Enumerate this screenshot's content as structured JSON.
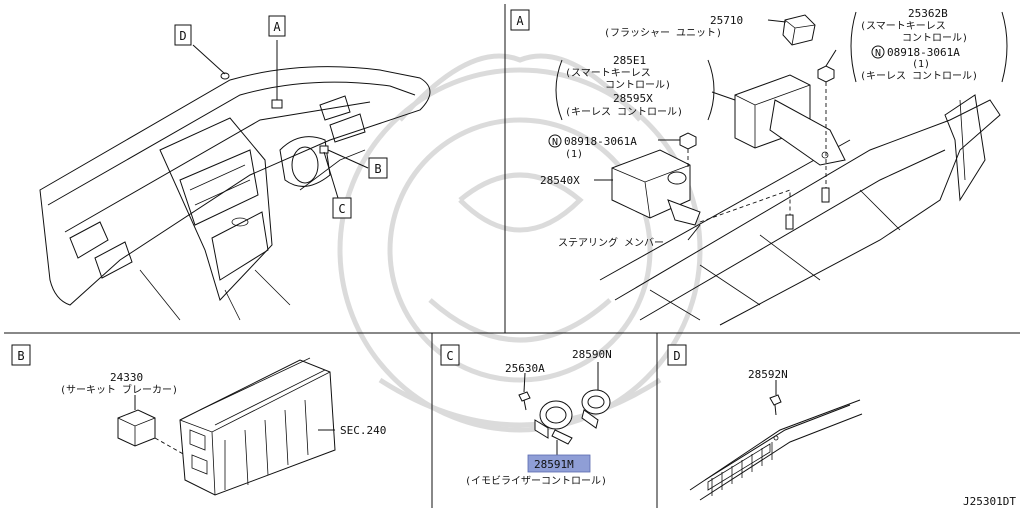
{
  "diagram": {
    "section_letters": {
      "a": "A",
      "b": "B",
      "c": "C",
      "d": "D"
    },
    "overview_callouts": {
      "a": "A",
      "b": "B",
      "c": "C",
      "d": "D"
    },
    "section_a": {
      "part_25710": "25710",
      "part_25710_name": "(フラッシャー ユニット)",
      "part_25362b": "25362B",
      "part_25362b_name_1": "(スマートキーレス",
      "part_25362b_name_2": "コントロール)",
      "nut_right": "08918-3061A",
      "nut_right_qty": "(1)",
      "nut_right_note": "(キーレス コントロール)",
      "part_285e1": "285E1",
      "part_285e1_name_1": "(スマートキーレス",
      "part_285e1_name_2": "コントロール)",
      "part_28595x": "28595X",
      "part_28595x_name": "(キーレス コントロール)",
      "nut_left": "08918-3061A",
      "nut_left_qty": "(1)",
      "nut_symbol": "N",
      "part_28540x": "28540X",
      "steering_member": "ステアリング メンバー"
    },
    "section_b": {
      "part_24330": "24330",
      "part_24330_name": "(サーキット ブレーカー)",
      "sec_ref": "SEC.240"
    },
    "section_c": {
      "part_25630a": "25630A",
      "part_28590n": "28590N",
      "part_28591m": "28591M",
      "part_28591m_name": "(イモビライザーコントロール)"
    },
    "section_d": {
      "part_28592n": "28592N"
    },
    "drawing_code": "J25301DT",
    "colors": {
      "highlight": "#8f9ed6",
      "ink": "#111111",
      "watermark": "#d8d8d8"
    }
  }
}
